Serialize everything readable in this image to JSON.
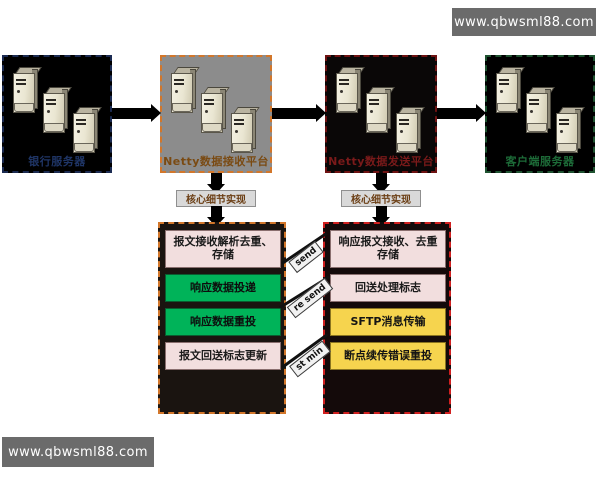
{
  "watermarks": {
    "top": "www.qbwsml88.com",
    "bottom": "www.qbwsml88.com"
  },
  "tier1": {
    "nodes": [
      {
        "label": "银行服务器",
        "icon": "server-icon",
        "server_count": 3
      },
      {
        "label": "Netty数据接收平台",
        "icon": "server-icon",
        "server_count": 3
      },
      {
        "label": "Netty数据发送平台",
        "icon": "server-icon",
        "server_count": 3
      },
      {
        "label": "客户端服务器",
        "icon": "server-icon",
        "server_count": 3
      }
    ],
    "arrows": [
      {
        "name": "arrow-bank-to-receive",
        "icon": "arrow-right-icon"
      },
      {
        "name": "arrow-receive-to-send",
        "icon": "arrow-right-icon"
      },
      {
        "name": "arrow-send-to-client",
        "icon": "arrow-right-icon"
      }
    ]
  },
  "core_detail": {
    "left_label": "核心细节实现",
    "right_label": "核心细节实现"
  },
  "process_left": {
    "title": "核心细节实现",
    "steps": [
      {
        "text": "报文接收解析去重、存储",
        "color": "#f2dede",
        "style": "pink"
      },
      {
        "text": "响应数据投递",
        "color": "#00b359",
        "style": "green"
      },
      {
        "text": "响应数据重投",
        "color": "#00b359",
        "style": "green"
      },
      {
        "text": "报文回送标志更新",
        "color": "#f2dede",
        "style": "pink"
      }
    ]
  },
  "process_right": {
    "title": "核心细节实现",
    "steps": [
      {
        "text": "响应报文接收、去重存储",
        "color": "#f2dede",
        "style": "pink"
      },
      {
        "text": "回送处理标志",
        "color": "#f2dede",
        "style": "pink"
      },
      {
        "text": "SFTP消息传输",
        "color": "#f6d44e",
        "style": "yellow"
      },
      {
        "text": "断点续传错误重投",
        "color": "#f6d44e",
        "style": "yellow"
      }
    ]
  },
  "connectors": [
    {
      "label": "send"
    },
    {
      "label": "re send"
    },
    {
      "label": "st min"
    }
  ],
  "colors": {
    "accent_orange": "#d2762a",
    "accent_red": "#d01f1f",
    "accent_green": "#00b359",
    "accent_yellow": "#f6d44e",
    "accent_navy": "#1f3566",
    "watermark_bg": "#6b6b6b"
  }
}
